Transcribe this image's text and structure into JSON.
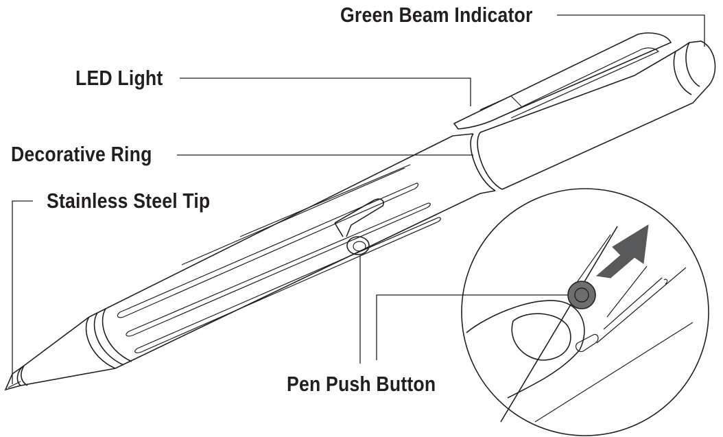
{
  "labels": {
    "green_beam": "Green Beam Indicator",
    "led_light": "LED Light",
    "decorative_ring": "Decorative Ring",
    "stainless_tip": "Stainless Steel Tip",
    "push_button": "Pen Push Button"
  },
  "colors": {
    "ink": "#231f20",
    "button_fill": "#6d6e70",
    "arrow_fill": "#58595b",
    "background": "#ffffff"
  },
  "icons": {
    "arrow": "up-right-arrow-icon"
  }
}
